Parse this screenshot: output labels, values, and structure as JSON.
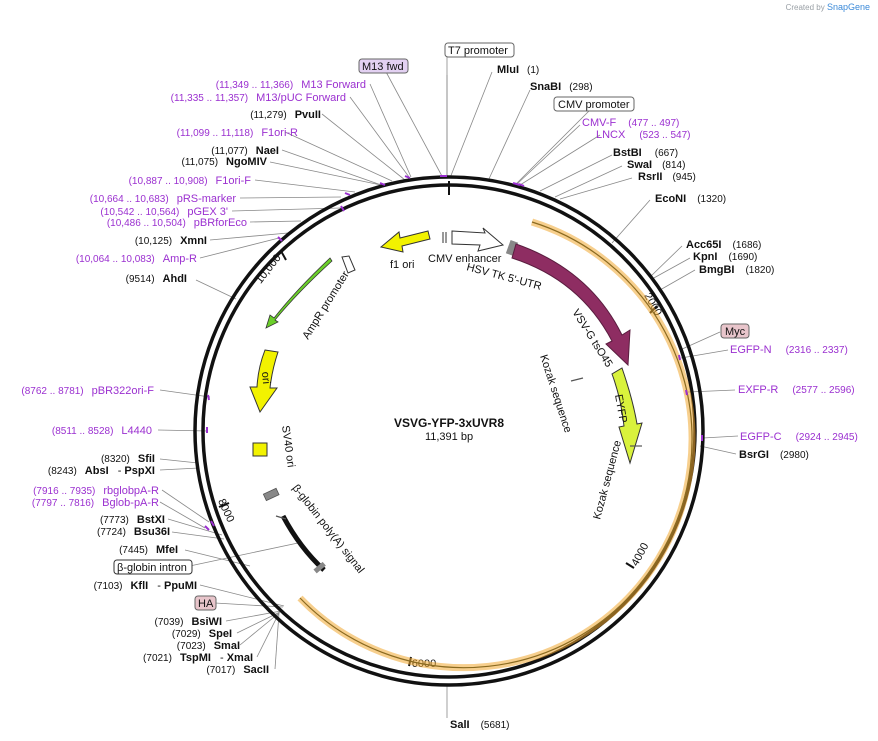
{
  "branding": {
    "created_by": "Created by",
    "product": "SnapGene"
  },
  "plasmid": {
    "name": "VSVG-YFP-3xUVR8",
    "size": "11,391 bp"
  },
  "ticks": [
    "2000",
    "4000",
    "6000",
    "8000",
    "10,000"
  ],
  "sites": [
    {
      "name": "MluI",
      "pos": "(1)"
    },
    {
      "name": "SnaBI",
      "pos": "(298)"
    },
    {
      "name": "BstBI",
      "pos": "(667)"
    },
    {
      "name": "SwaI",
      "pos": "(814)"
    },
    {
      "name": "RsrII",
      "pos": "(945)"
    },
    {
      "name": "EcoNI",
      "pos": "(1320)"
    },
    {
      "name": "Acc65I",
      "pos": "(1686)"
    },
    {
      "name": "KpnI",
      "pos": "(1690)"
    },
    {
      "name": "BmgBI",
      "pos": "(1820)"
    },
    {
      "name": "BsrGI",
      "pos": "(2980)"
    },
    {
      "name": "SalI",
      "pos": "(5681)"
    },
    {
      "name": "SacII",
      "pos": "(7017)"
    },
    {
      "name": "TspMI",
      "name2": "XmaI",
      "pos": "(7021)"
    },
    {
      "name": "SmaI",
      "pos": "(7023)"
    },
    {
      "name": "SpeI",
      "pos": "(7029)"
    },
    {
      "name": "BsiWI",
      "pos": "(7039)"
    },
    {
      "name": "KflI",
      "name2": "PpuMI",
      "pos": "(7103)"
    },
    {
      "name": "MfeI",
      "pos": "(7445)"
    },
    {
      "name": "Bsu36I",
      "pos": "(7724)"
    },
    {
      "name": "BstXI",
      "pos": "(7773)"
    },
    {
      "name": "AbsI",
      "name2": "PspXI",
      "pos": "(8243)"
    },
    {
      "name": "SfiI",
      "pos": "(8320)"
    },
    {
      "name": "AhdI",
      "pos": "(9514)"
    },
    {
      "name": "XmnI",
      "pos": "(10,125)"
    },
    {
      "name": "NgoMIV",
      "pos": "(11,075)"
    },
    {
      "name": "NaeI",
      "pos": "(11,077)"
    },
    {
      "name": "PvuII",
      "pos": "(11,279)"
    }
  ],
  "primers": [
    {
      "name": "M13 Forward",
      "pos": "(11,349 .. 11,366)"
    },
    {
      "name": "M13/pUC Forward",
      "pos": "(11,335 .. 11,357)"
    },
    {
      "name": "F1ori-R",
      "pos": "(11,099 .. 11,118)"
    },
    {
      "name": "F1ori-F",
      "pos": "(10,887 .. 10,908)"
    },
    {
      "name": "pRS-marker",
      "pos": "(10,664 .. 10,683)"
    },
    {
      "name": "pGEX 3'",
      "pos": "(10,542 .. 10,564)"
    },
    {
      "name": "pBRforEco",
      "pos": "(10,486 .. 10,504)"
    },
    {
      "name": "Amp-R",
      "pos": "(10,064 .. 10,083)"
    },
    {
      "name": "CMV-F",
      "pos": "(477 .. 497)"
    },
    {
      "name": "LNCX",
      "pos": "(523 .. 547)"
    },
    {
      "name": "EGFP-N",
      "pos": "(2316 .. 2337)"
    },
    {
      "name": "EXFP-R",
      "pos": "(2577 .. 2596)"
    },
    {
      "name": "EGFP-C",
      "pos": "(2924 .. 2945)"
    },
    {
      "name": "pBR322ori-F",
      "pos": "(8762 .. 8781)"
    },
    {
      "name": "L4440",
      "pos": "(8511 .. 8528)"
    },
    {
      "name": "rbglobpA-R",
      "pos": "(7916 .. 7935)"
    },
    {
      "name": "Bglob-pA-R",
      "pos": "(7797 .. 7816)"
    }
  ],
  "boxed_labels": {
    "t7_promoter": "T7 promoter",
    "m13_fwd": "M13 fwd",
    "cmv_promoter": "CMV promoter",
    "myc": "Myc",
    "ha": "HA",
    "beta_globin_intron": "β-globin intron"
  },
  "features": {
    "cmv_enhancer": "CMV enhancer",
    "f1_ori": "f1 ori",
    "hsv_tk_utr": "HSV TK 5'-UTR",
    "vsvg": "VSV-G tsO45",
    "kozak1": "Kozak sequence",
    "eyfp": "EYFP",
    "kozak2": "Kozak sequence",
    "ampr_promoter": "AmpR promoter",
    "ori": "ori",
    "sv40_ori": "SV40 ori",
    "bglobin_polya": "β-globin poly(A) signal"
  },
  "colors": {
    "backbone": "#111111",
    "vsvg": "#8e2d62",
    "eyfp": "#d9f23c",
    "orf": "#f0a830",
    "primer": "#9b30d0",
    "ampr": "#6bcf2a",
    "ori": "#f2f200",
    "f1ori": "#f2f200"
  }
}
